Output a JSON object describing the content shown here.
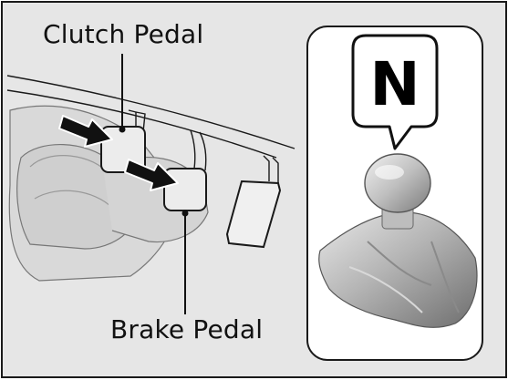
{
  "labels": {
    "clutch_pedal": "Clutch Pedal",
    "brake_pedal": "Brake Pedal"
  },
  "gear_indicator": {
    "letter": "N"
  },
  "icons": [
    "arrow-right-icon",
    "arrow-right-icon",
    "gear-knob-icon",
    "pedal-icon"
  ],
  "colors": {
    "background": "#e6e6e6",
    "outline": "#1a1a1a",
    "panel": "#ffffff"
  }
}
